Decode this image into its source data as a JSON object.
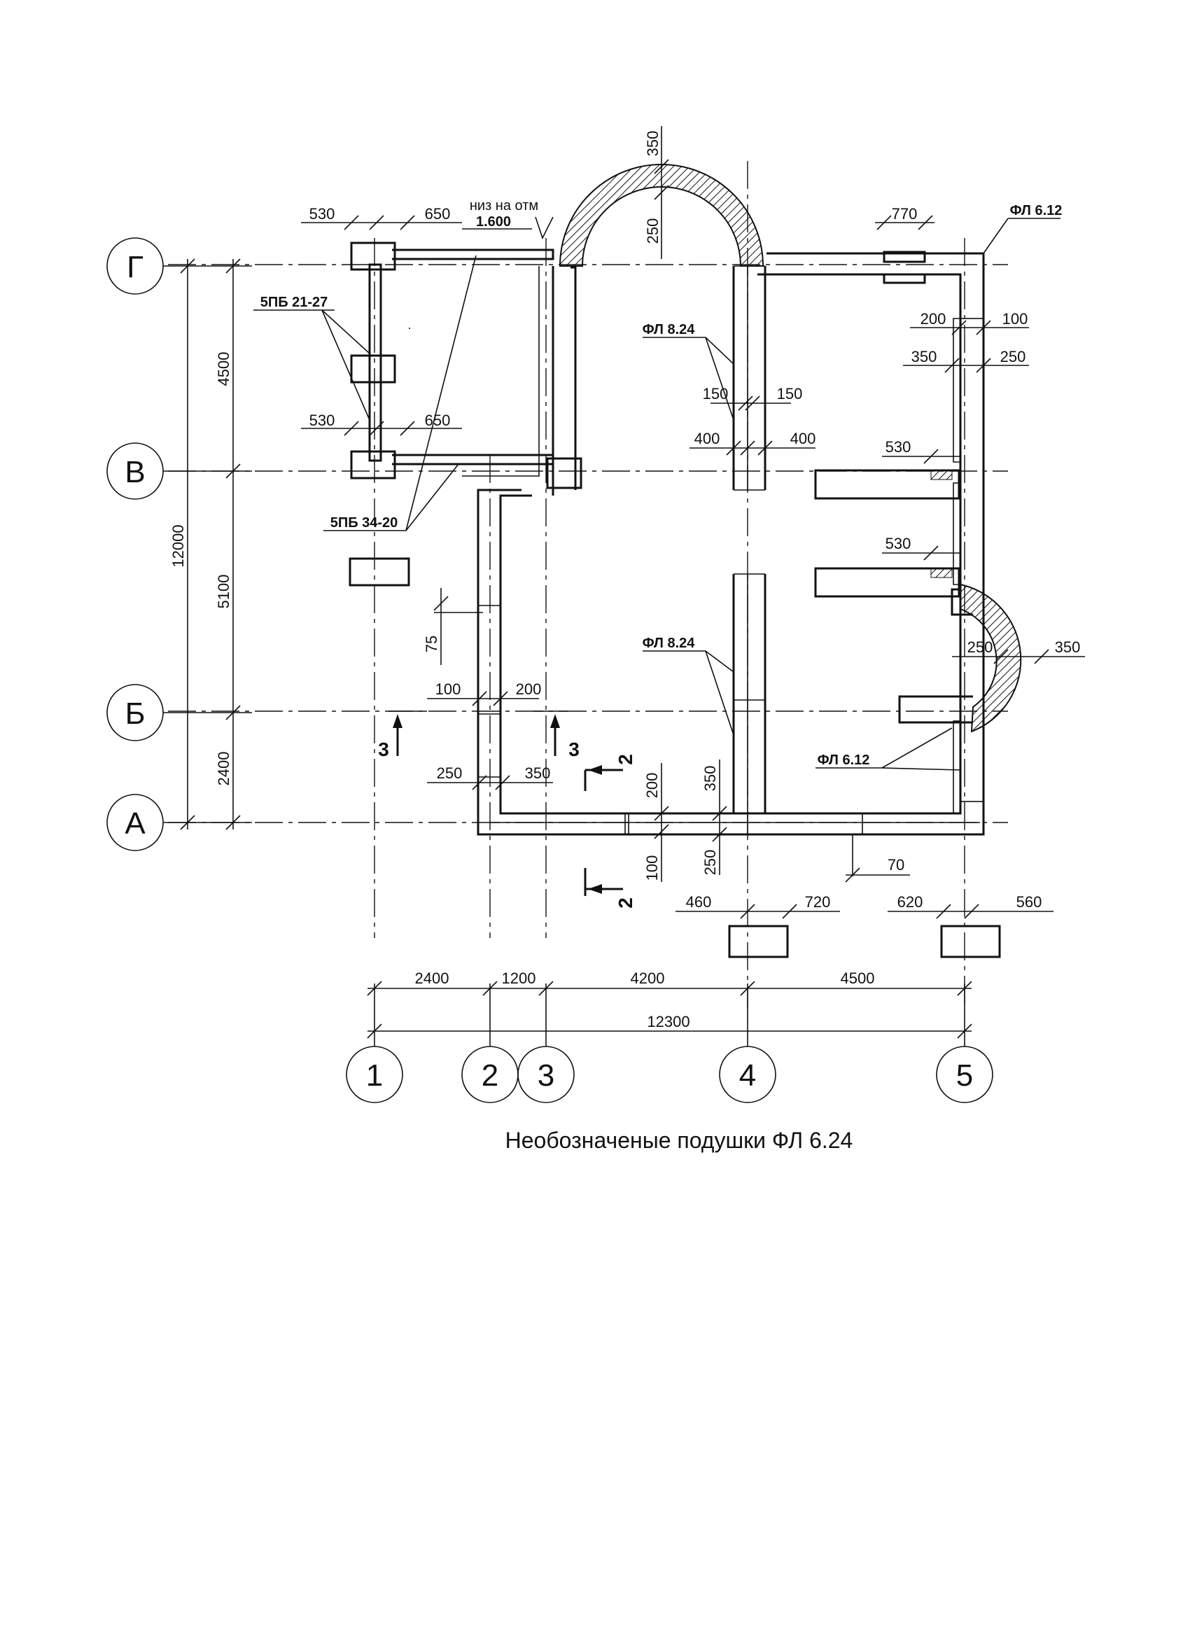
{
  "axes": {
    "rows": [
      "Г",
      "В",
      "Б",
      "А"
    ],
    "cols": [
      "1",
      "2",
      "3",
      "4",
      "5"
    ]
  },
  "dimensions": {
    "left_total": "12000",
    "left_parts": [
      "4500",
      "5100",
      "2400"
    ],
    "bottom_parts": [
      "2400",
      "1200",
      "4200",
      "4500"
    ],
    "bottom_total": "12300",
    "top_arch": [
      "350",
      "250"
    ],
    "porch_top": [
      "530",
      "650"
    ],
    "porch_mid": [
      "530",
      "650"
    ],
    "top_right_770": "770",
    "right_200_100": [
      "200",
      "100"
    ],
    "right_350_250": [
      "350",
      "250"
    ],
    "right_530_a": "530",
    "right_530_b": "530",
    "bay_250_350": [
      "250",
      "350"
    ],
    "inner_150": [
      "150",
      "150"
    ],
    "inner_400": [
      "400",
      "400"
    ],
    "left_75": "75",
    "left_100_200": [
      "100",
      "200"
    ],
    "left_250_350": [
      "250",
      "350"
    ],
    "bottom_200_100": [
      "200",
      "100"
    ],
    "bottom_350_250": [
      "350",
      "250"
    ],
    "bottom_70": "70",
    "pads_a": [
      "460",
      "720"
    ],
    "pads_b": [
      "620",
      "560"
    ]
  },
  "labels": {
    "niz_line1": "низ на отм",
    "niz_line2": "1.600",
    "fl_612_top": "ФЛ 6.12",
    "fl_824_top": "ФЛ 8.24",
    "fl_824_mid": "ФЛ 8.24",
    "fl_612_bottom": "ФЛ 6.12",
    "pb_2127": "5ПБ 21-27",
    "pb_3420": "5ПБ 34-20"
  },
  "cuts": {
    "cut3": "3",
    "cut2": "2"
  },
  "caption": "Необозначеные подушки  ФЛ 6.24"
}
